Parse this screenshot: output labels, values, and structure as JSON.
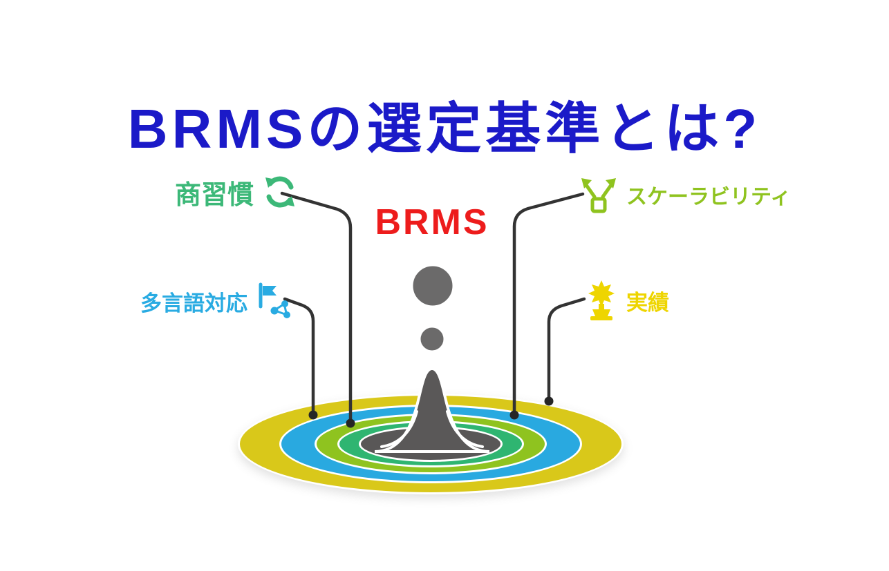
{
  "title": {
    "text": "BRMSの選定基準とは?",
    "color": "#1b1ac8"
  },
  "center": {
    "label": "BRMS",
    "color": "#ed1c1c"
  },
  "criteria": [
    {
      "id": "business-practices",
      "label": "商習慣",
      "color": "#3cb878",
      "icon": "cycle-icon",
      "position": "top-left"
    },
    {
      "id": "scalability",
      "label": "スケーラビリティ",
      "color": "#8fc31f",
      "icon": "expand-arrows-icon",
      "position": "top-right"
    },
    {
      "id": "multilingual-support",
      "label": "多言語対応",
      "color": "#29abe2",
      "icon": "multilingual-icon",
      "position": "middle-left"
    },
    {
      "id": "track-record",
      "label": "実績",
      "color": "#eed500",
      "icon": "trophy-icon",
      "position": "middle-right"
    }
  ],
  "illustration": {
    "type": "water-drop-ripple",
    "drop_color": "#6b6a6a",
    "splash_color": "#5a5858",
    "ring_colors_outer_to_inner": [
      "#d9c81a",
      "#29a9e0",
      "#8fc31f",
      "#2fb571",
      "#595757"
    ],
    "leader_line_color": "#333333"
  }
}
